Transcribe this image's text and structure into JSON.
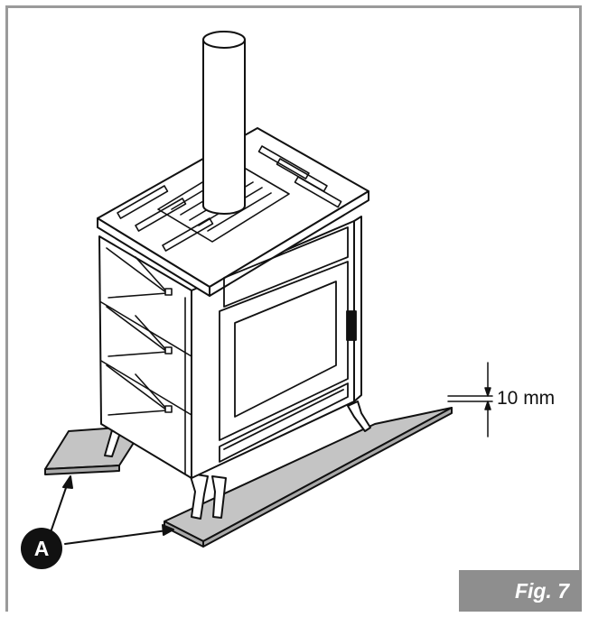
{
  "diagram": {
    "dimension_label": "10 mm",
    "callout_label": "A",
    "figure_label": "Fig. 7",
    "colors": {
      "frame": "#9a9a9a",
      "plate": "#c4c4c4",
      "line": "#111111",
      "fig_tag": "#8e8e8e"
    }
  }
}
